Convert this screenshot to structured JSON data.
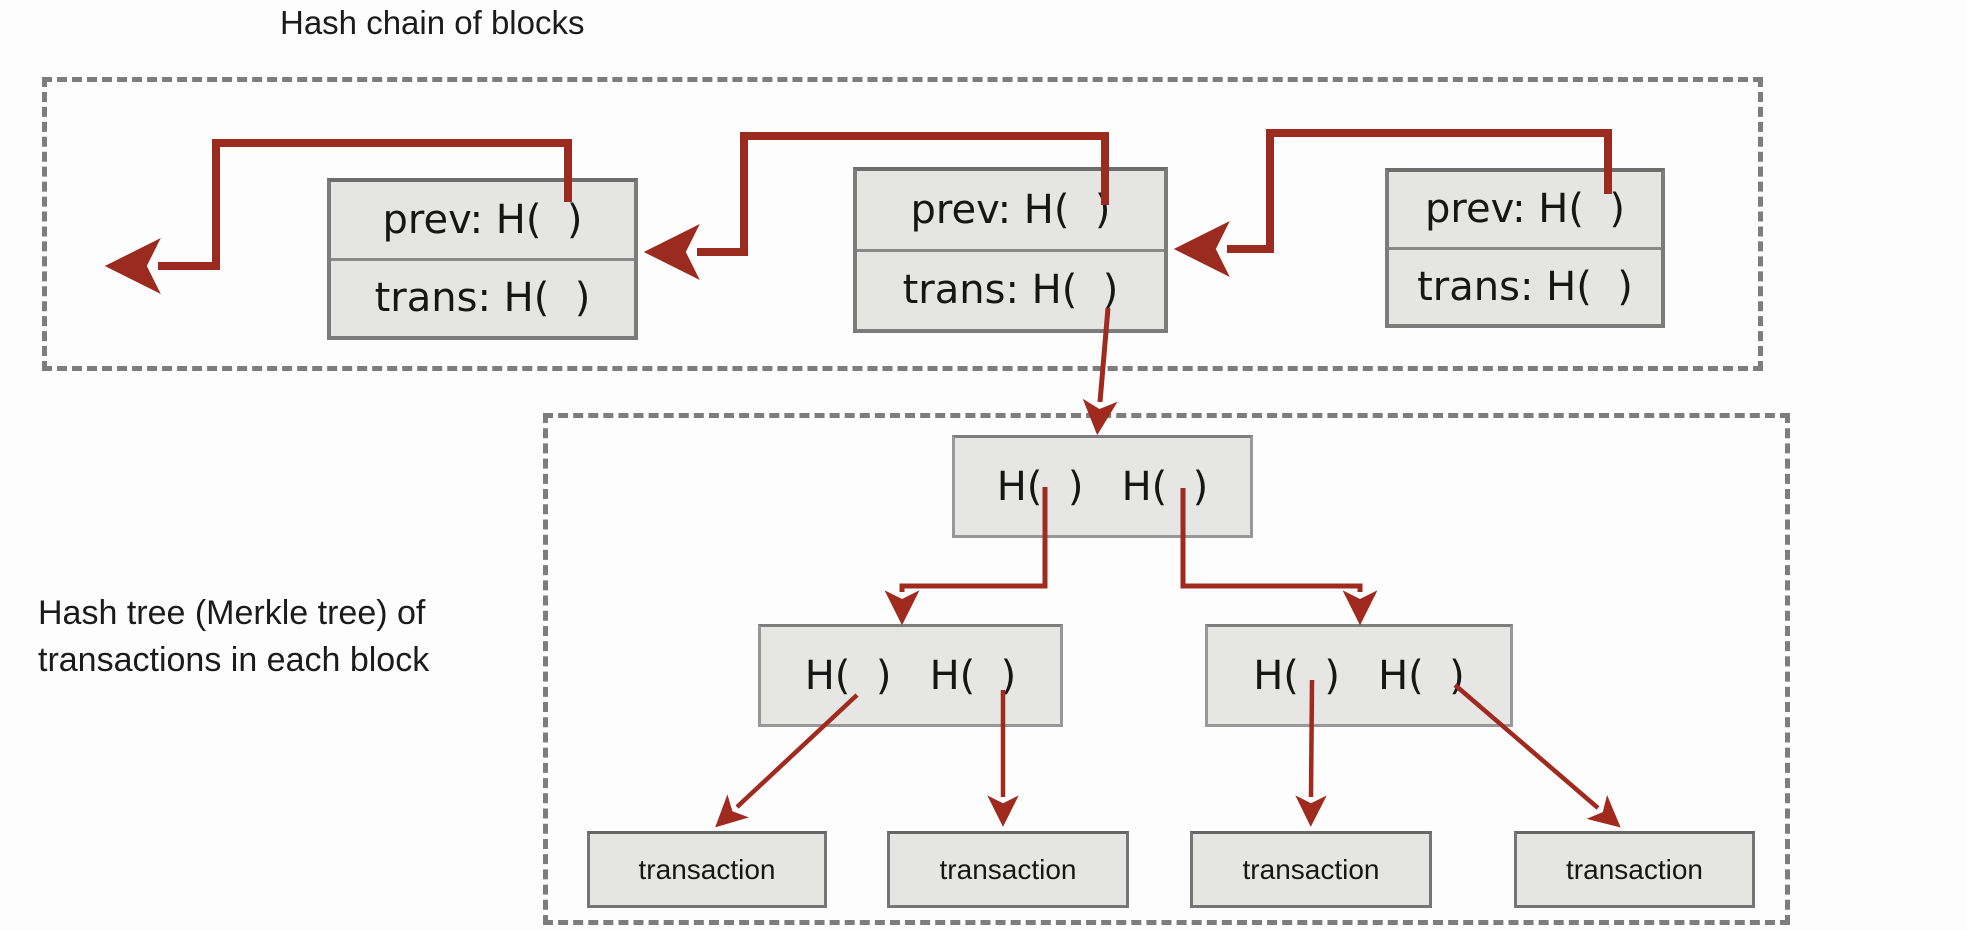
{
  "chain": {
    "title": "Hash chain of blocks",
    "blocks": [
      {
        "prev": "prev: H(  )",
        "trans": "trans: H(  )"
      },
      {
        "prev": "prev: H(  )",
        "trans": "trans: H(  )"
      },
      {
        "prev": "prev: H(  )",
        "trans": "trans: H(  )"
      }
    ]
  },
  "tree": {
    "label_line1": "Hash tree (Merkle tree) of",
    "label_line2": "transactions in each block",
    "root": "H(  )   H(  )",
    "left_child": "H(  )   H(  )",
    "right_child": "H(  )   H(  )",
    "transactions": [
      "transaction",
      "transaction",
      "transaction",
      "transaction"
    ]
  },
  "colors": {
    "arrow_red": "#9c2b1f",
    "box_fill": "#e5e5e4",
    "box_border": "#7c7c7c",
    "dashed_border": "#7d7d7d",
    "text": "#1b1b1b"
  }
}
